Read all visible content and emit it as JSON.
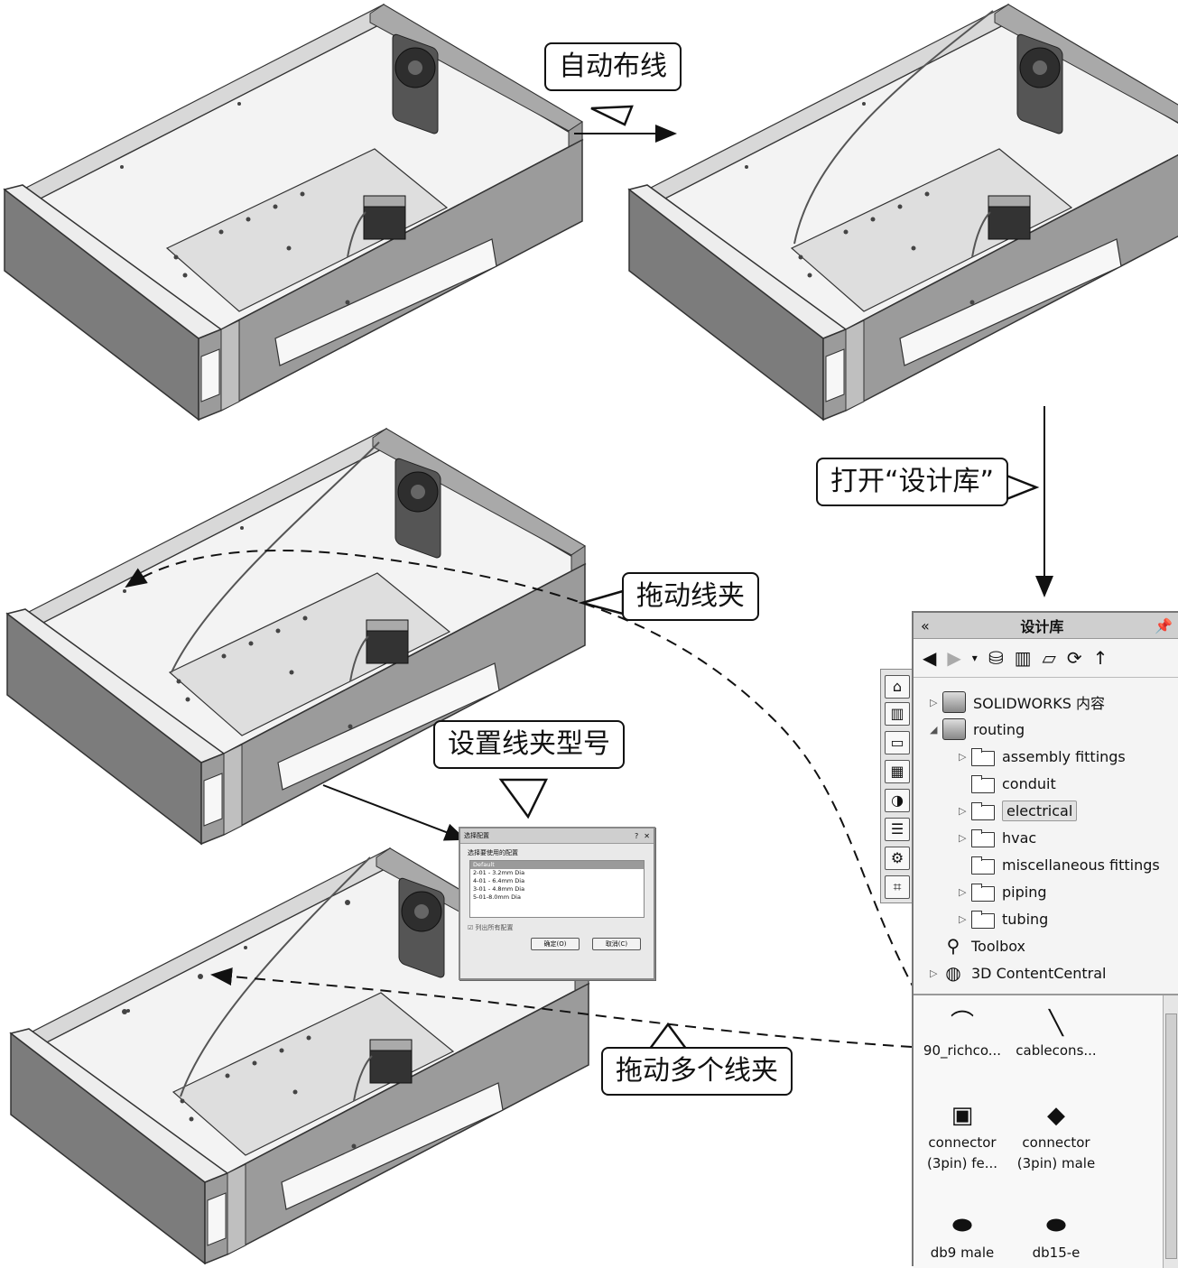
{
  "callouts": {
    "auto_route": "自动布线",
    "open_library": "打开“设计库”",
    "drag_clip": "拖动线夹",
    "set_clip_model": "设置线夹型号",
    "drag_multi_clips": "拖动多个线夹"
  },
  "dialog": {
    "title": "选择配置",
    "prompt": "选择要使用的配置",
    "options": [
      "Default",
      "2-01 - 3.2mm Dia",
      "4-01 - 6.4mm Dia",
      "3-01 - 4.8mm Dia",
      "5-01-8.0mm Dia"
    ],
    "selected_index": 0,
    "checkbox_label": "列出所有配置",
    "ok_label": "确定(O)",
    "cancel_label": "取消(C)"
  },
  "library": {
    "title": "设计库",
    "collapse_icon": "«",
    "pin_icon": "pin-icon",
    "tree": [
      {
        "label": "SOLIDWORKS 内容",
        "level": 0,
        "expander": "▷",
        "icon": "box"
      },
      {
        "label": "routing",
        "level": 0,
        "expander": "◢",
        "icon": "box"
      },
      {
        "label": "assembly fittings",
        "level": 1,
        "expander": "▷",
        "icon": "folder"
      },
      {
        "label": "conduit",
        "level": 1,
        "expander": "",
        "icon": "folder"
      },
      {
        "label": "electrical",
        "level": 1,
        "expander": "▷",
        "icon": "folder",
        "selected": true
      },
      {
        "label": "hvac",
        "level": 1,
        "expander": "▷",
        "icon": "folder"
      },
      {
        "label": "miscellaneous fittings",
        "level": 1,
        "expander": "",
        "icon": "folder"
      },
      {
        "label": "piping",
        "level": 1,
        "expander": "▷",
        "icon": "folder"
      },
      {
        "label": "tubing",
        "level": 1,
        "expander": "▷",
        "icon": "folder"
      },
      {
        "label": "Toolbox",
        "level": 0,
        "expander": "",
        "icon": "screw"
      },
      {
        "label": "3D ContentCentral",
        "level": 0,
        "expander": "▷",
        "icon": "globe"
      }
    ],
    "palette": [
      {
        "line1": "90_richco...",
        "line2": "",
        "icon": "clip"
      },
      {
        "line1": "cablecons...",
        "line2": "",
        "icon": "cable"
      },
      {
        "line1": "connector",
        "line2": "(3pin) fe...",
        "icon": "connector-female"
      },
      {
        "line1": "connector",
        "line2": "(3pin) male",
        "icon": "connector-male"
      },
      {
        "line1": "db9 male",
        "line2": "",
        "icon": "db9"
      },
      {
        "line1": "db15-e",
        "line2": "",
        "icon": "db15"
      }
    ]
  }
}
